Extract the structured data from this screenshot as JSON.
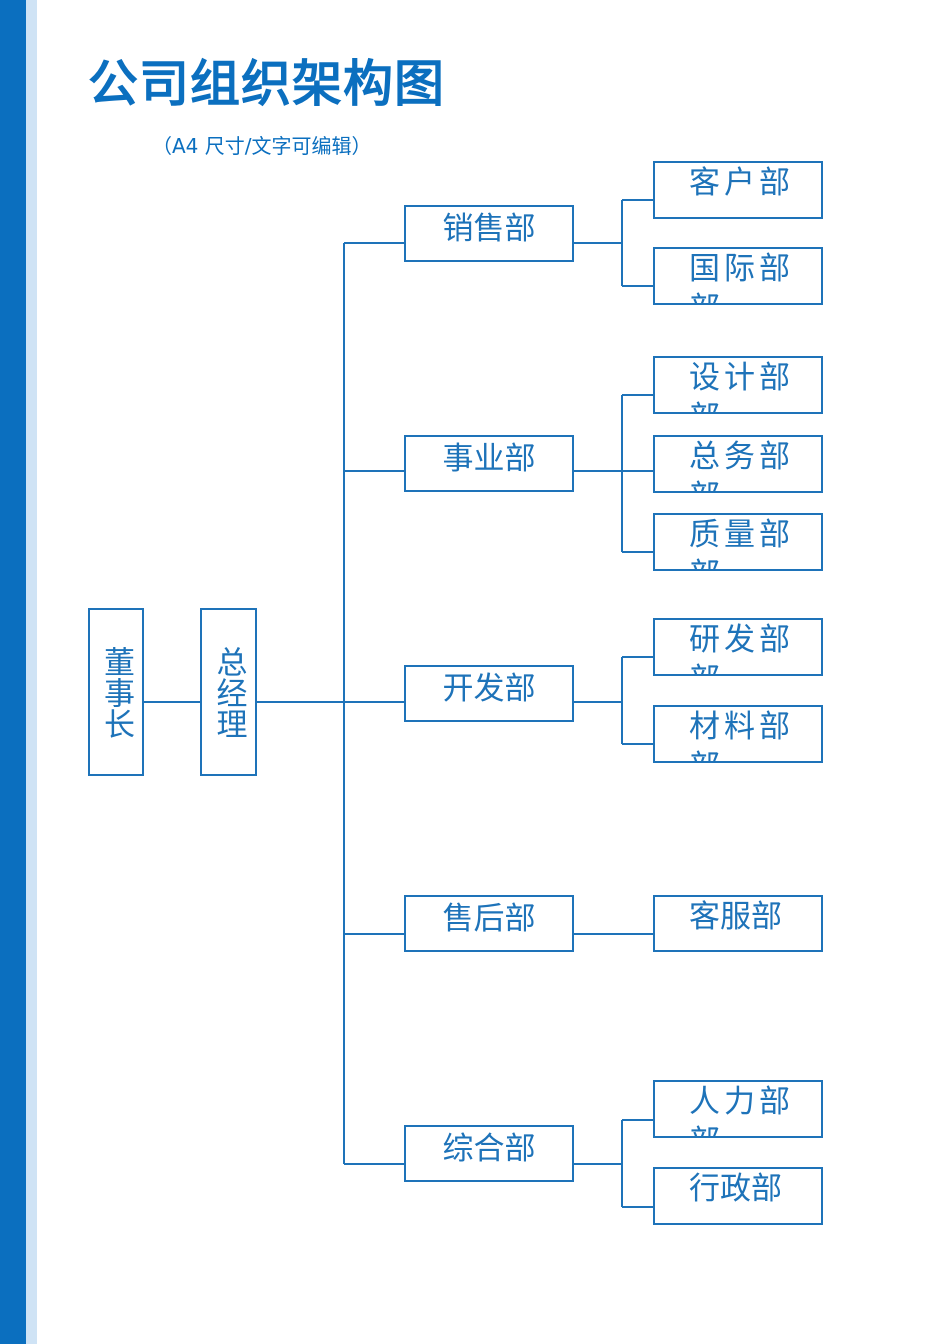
{
  "header": {
    "title": "公司组织架构图",
    "subtitle": "（A4 尺寸/文字可编辑）"
  },
  "colors": {
    "primary": "#0b6fbf",
    "line": "#1e73b9",
    "stripe_light": "#cfe3f5"
  },
  "org": {
    "chairman": "董事长",
    "general_manager": "总经理",
    "departments": [
      {
        "name": "销售部",
        "subs": [
          "客户部",
          "国际部部"
        ]
      },
      {
        "name": "事业部",
        "subs": [
          "设计部部",
          "总务部部",
          "质量部部"
        ]
      },
      {
        "name": "开发部",
        "subs": [
          "研发部部",
          "材料部部"
        ]
      },
      {
        "name": "售后部",
        "subs": [
          "客服部"
        ]
      },
      {
        "name": "综合部",
        "subs": [
          "人力部部",
          "行政部"
        ]
      }
    ]
  }
}
